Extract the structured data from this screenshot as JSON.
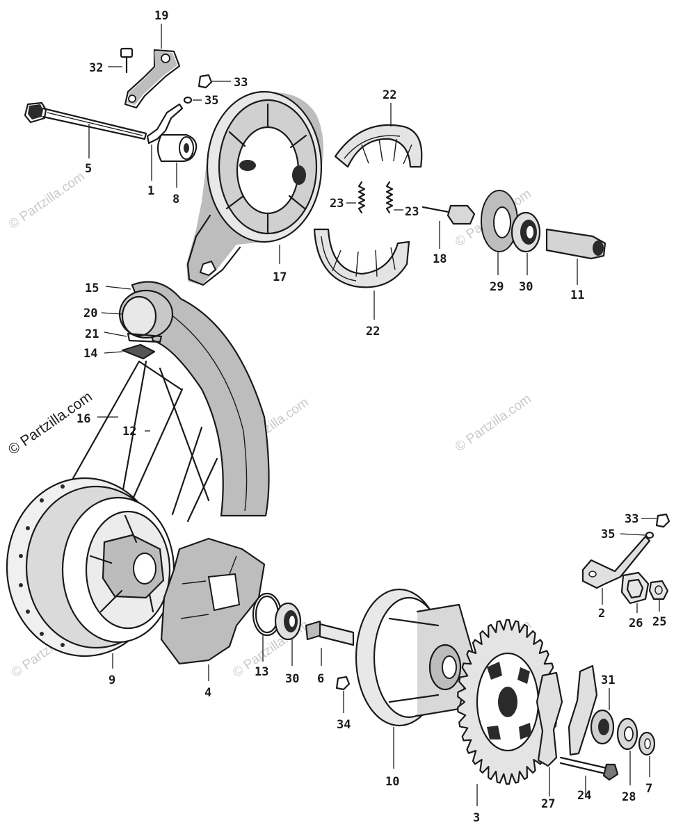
{
  "watermark": {
    "text": "© Partzilla.com",
    "color": "#c9c9c9"
  },
  "diagram": {
    "type": "exploded-parts-diagram",
    "subject": "rear wheel / brake assembly",
    "callouts": [
      "1",
      "2",
      "3",
      "4",
      "5",
      "6",
      "7",
      "8",
      "9",
      "10",
      "11",
      "12",
      "13",
      "14",
      "15",
      "16",
      "17",
      "18",
      "19",
      "20",
      "21",
      "22",
      "22",
      "23",
      "23",
      "24",
      "25",
      "26",
      "27",
      "28",
      "29",
      "30",
      "30",
      "31",
      "32",
      "33",
      "33",
      "34",
      "35",
      "35"
    ]
  },
  "labels": {
    "c19": "19",
    "c32": "32",
    "c33a": "33",
    "c35a": "35",
    "c5": "5",
    "c1": "1",
    "c8": "8",
    "c22a": "22",
    "c23a": "23",
    "c23b": "23",
    "c22b": "22",
    "c17": "17",
    "c18": "18",
    "c29": "29",
    "c30a": "30",
    "c11": "11",
    "c15": "15",
    "c20": "20",
    "c21": "21",
    "c14": "14",
    "c16": "16",
    "c12": "12",
    "c9": "9",
    "c4": "4",
    "c13": "13",
    "c30b": "30",
    "c6": "6",
    "c34": "34",
    "c10": "10",
    "c3": "3",
    "c27": "27",
    "c24": "24",
    "c28": "28",
    "c7": "7",
    "c31": "31",
    "c33b": "33",
    "c35b": "35",
    "c2": "2",
    "c26": "26",
    "c25": "25"
  }
}
